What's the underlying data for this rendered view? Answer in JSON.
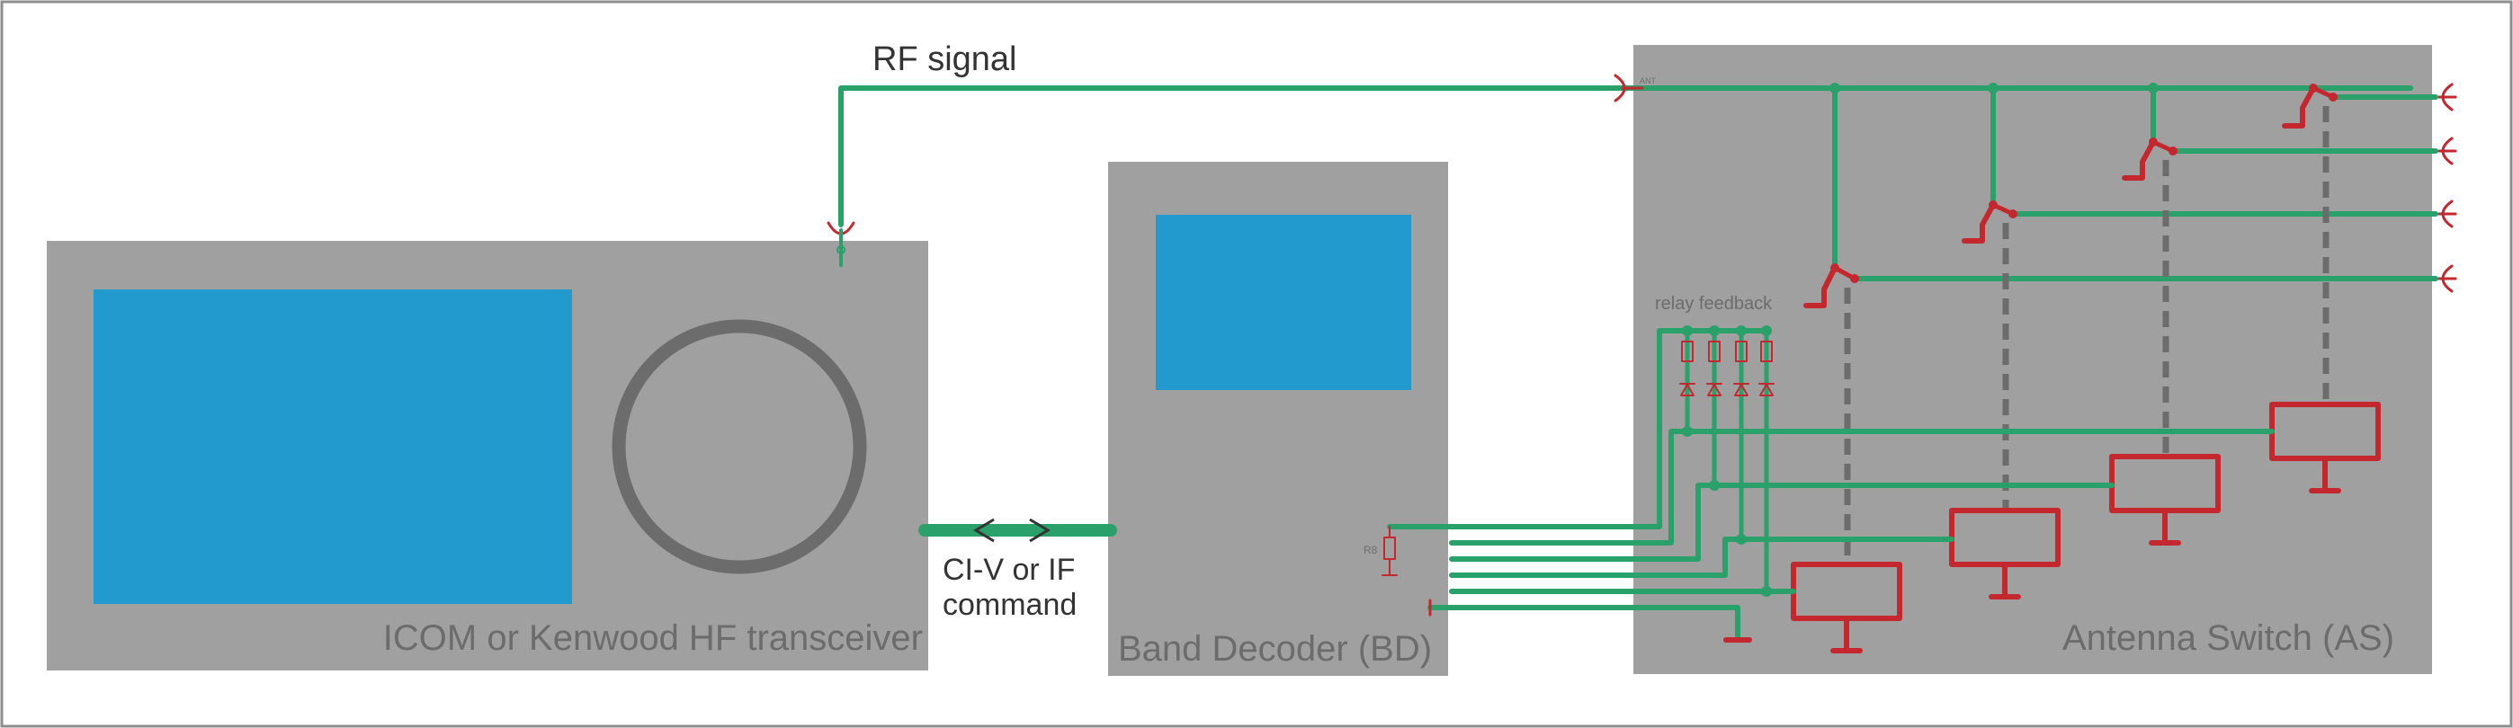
{
  "colors": {
    "panel": "#a0a0a0",
    "screen": "#229acd",
    "knob": "#6c6c6c",
    "signal_wire": "#2aa06a",
    "relay_component": "#c4282e",
    "frame": "#8e8e8e"
  },
  "labels": {
    "rf_signal": "RF signal",
    "transceiver": "ICOM or Kenwood HF transceiver",
    "civ_line1": "CI-V or IF",
    "civ_line2": "command",
    "band_decoder": "Band Decoder (BD)",
    "antenna_switch": "Antenna Switch (AS)",
    "relay_feedback": "relay feedback",
    "resistor_label": "R8",
    "rf_input_tag": "ANT"
  },
  "icons": {
    "link_arrows": "double-chevron-icon",
    "coax_connector": "coax-connector-icon",
    "relay_coil": "relay-coil-icon",
    "diode": "diode-icon"
  }
}
